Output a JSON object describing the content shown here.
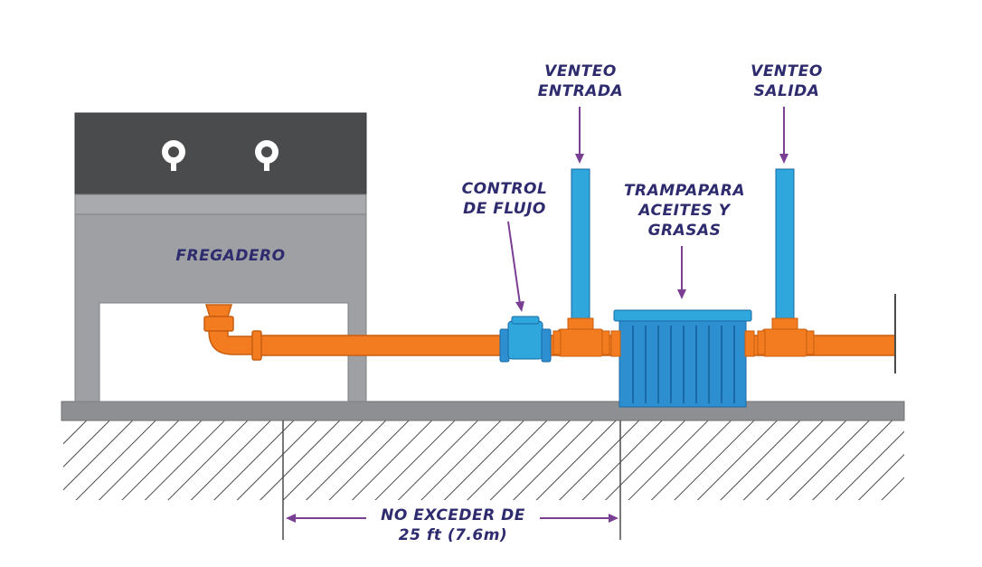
{
  "labels": {
    "vent_in": [
      "VENTEO",
      "ENTRADA"
    ],
    "vent_out": [
      "VENTEO",
      "SALIDA"
    ],
    "flow_control": [
      "CONTROL",
      "DE FLUJO"
    ],
    "trap": [
      "TRAMPAPARA",
      "ACEITES Y",
      "GRASAS"
    ],
    "sink": "FREGADERO",
    "distance": [
      "NO EXCEDER DE",
      "25 ft (7.6m)"
    ]
  },
  "colors": {
    "label": "#2e2c6e",
    "arrow": "#7a3f93",
    "pipe": "#f47c20",
    "vent_pipe": "#2fa6dc",
    "trap_body": "#2d8fd0",
    "sink_top": "#4a4b4d",
    "sink_body": "#9ea0a3",
    "floor": "#8d8f92"
  }
}
